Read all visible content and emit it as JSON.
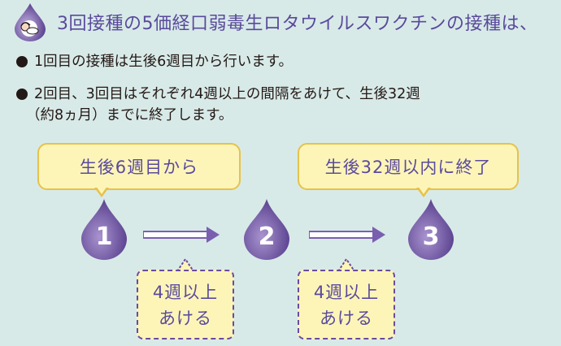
{
  "header": {
    "icon": "baby-drop-icon",
    "title": "3回接種の5価経口弱毒生ロタウイルスワクチンの接種は、"
  },
  "bullets": [
    {
      "line1": "1回目の接種は生後6週目から行います。"
    },
    {
      "line1": "2回目、3回目はそれぞれ4週以上の間隔をあけて、生後32週",
      "line2": "（約8ヵ月）までに終了します。"
    }
  ],
  "diagram": {
    "start_label": "生後6週目から",
    "end_label": "生後32週以内に終了",
    "doses": [
      "1",
      "2",
      "3"
    ],
    "interval_line1": "4週以上",
    "interval_line2": "あける"
  },
  "colors": {
    "background": "#d8eae8",
    "accent_purple": "#5a4a9c",
    "drop_dark": "#5b4290",
    "drop_light": "#a994cf",
    "callout_fill": "#fdf5b8",
    "callout_border": "#e6c24b"
  }
}
